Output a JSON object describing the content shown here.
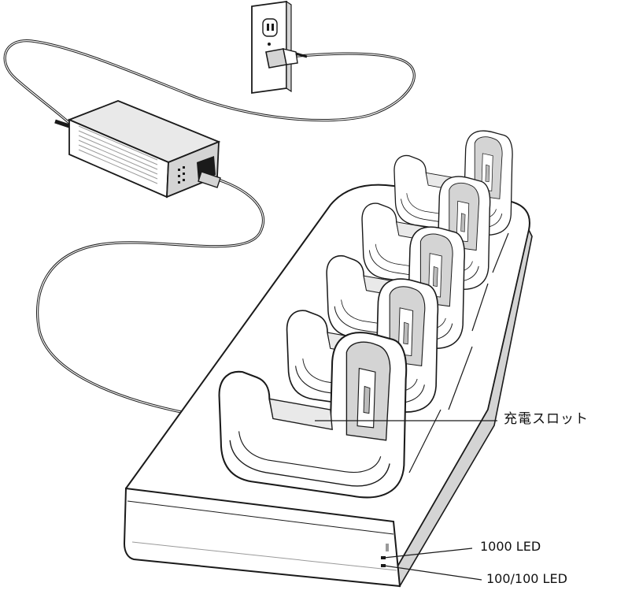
{
  "callouts": {
    "charging_slot": "充電スロット",
    "led_1000": "1000 LED",
    "led_100": "100/100 LED"
  },
  "colors": {
    "stroke": "#1a1a1a",
    "fill": "#ffffff",
    "shade": "#d4d4d4",
    "shade_light": "#e9e9e9"
  },
  "cradle_count": 5
}
